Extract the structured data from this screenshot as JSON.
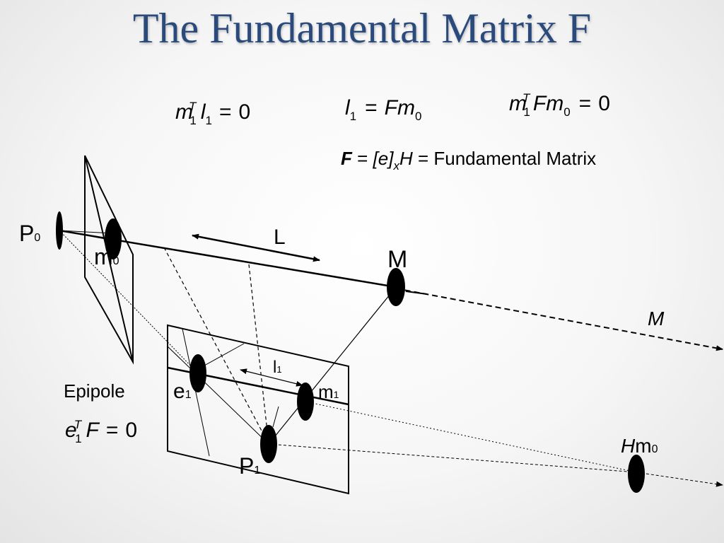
{
  "title": "The Fundamental Matrix F",
  "equations": {
    "eq1": {
      "m": "m",
      "T": "T",
      "one_a": "1",
      "l": "l",
      "one_b": "1",
      "eq": "=",
      "zero": "0"
    },
    "eq2": {
      "l": "l",
      "one": "1",
      "eq": "=",
      "F": "F",
      "m": "m",
      "zero_sub": "0"
    },
    "eq3": {
      "m": "m",
      "T": "T",
      "one": "1",
      "F": "F",
      "m2": "m",
      "zero_sub": "0",
      "eq": "=",
      "zero": "0"
    },
    "eq4": {
      "F": "F",
      "eq1": " = ",
      "bracket": "[e]",
      "x": "x",
      "H": "H",
      "eq2": " = ",
      "text": "Fundamental Matrix"
    },
    "epipole_eq": {
      "e": "e",
      "T": "T",
      "one": "1",
      "F": "F",
      "eq": "=",
      "zero": "0"
    }
  },
  "labels": {
    "P0": "P",
    "P0_sub": "0",
    "m0": "m",
    "m0_sub": "0",
    "L": "L",
    "M_point": "M",
    "M_ray": "M",
    "l1": "l",
    "l1_sub": "1",
    "e1": "e",
    "e1_sub": "1",
    "m1": "m",
    "m1_sub": "1",
    "P1": "P",
    "P1_sub": "1",
    "epipole": "Epipole",
    "Hm0_H": "H",
    "Hm0_m": "m",
    "Hm0_sub": "0"
  }
}
